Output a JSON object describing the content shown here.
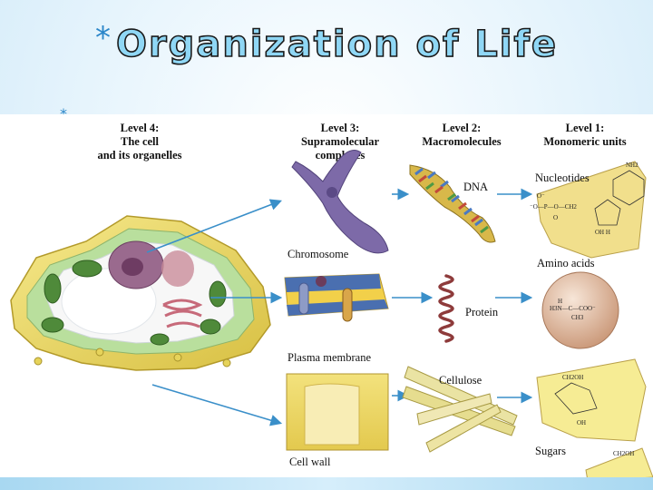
{
  "slide": {
    "title_marker": "*",
    "title": "Organization of Life",
    "bullet_marker": "*"
  },
  "figure": {
    "columns": [
      {
        "level": "Level 4:",
        "line2": "The cell",
        "line3": "and its organelles"
      },
      {
        "level": "Level 3:",
        "line2": "Supramolecular",
        "line3": "complexes"
      },
      {
        "level": "Level 2:",
        "line2": "Macromolecules",
        "line3": ""
      },
      {
        "level": "Level 1:",
        "line2": "Monomeric units",
        "line3": ""
      }
    ],
    "labels": {
      "chromosome": "Chromosome",
      "plasma_membrane": "Plasma membrane",
      "cell_wall": "Cell wall",
      "dna": "DNA",
      "protein": "Protein",
      "cellulose": "Cellulose",
      "nucleotides": "Nucleotides",
      "amino_acids": "Amino acids",
      "sugars": "Sugars"
    },
    "colors": {
      "arrow": "#3a8fc9",
      "cell_wall": "#e6d35a",
      "chloroplast": "#4f8a3a",
      "chromosome": "#7d6aa8",
      "membrane": "#4a6fb0",
      "protein": "#8e3b3b",
      "amino_bead": "#e5c1a8",
      "nucleotide_tile": "#f1df8c"
    }
  }
}
